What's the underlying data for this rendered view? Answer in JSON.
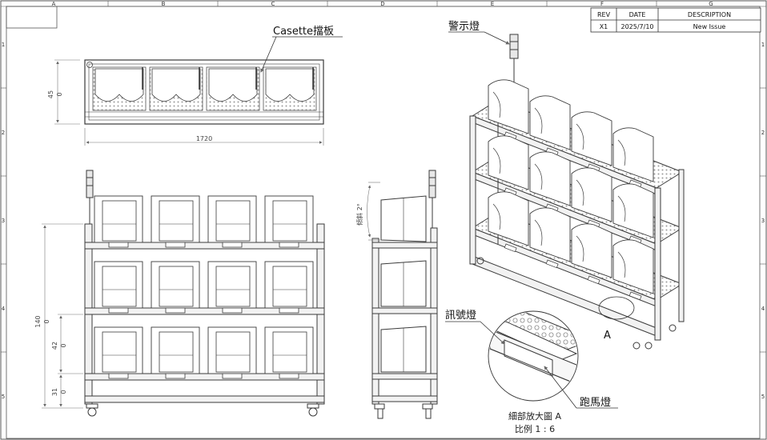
{
  "title_block": {
    "headers": [
      "REV",
      "DATE",
      "DESCRIPTION"
    ],
    "rows": [
      [
        "X1",
        "2025/7/10",
        "New Issue"
      ]
    ]
  },
  "zones": {
    "columns": [
      "A",
      "B",
      "C",
      "D",
      "E",
      "F",
      "G"
    ],
    "rows": [
      "1",
      "2",
      "3",
      "4",
      "5"
    ]
  },
  "callouts": {
    "cassette_baffle": "Casette擋板",
    "warning_light": "警示燈",
    "signal_light": "訊號燈",
    "running_light": "跑馬燈",
    "detail_label": "A",
    "detail_title": "細部放大圖 A",
    "detail_scale": "比例 1 : 6"
  },
  "dimensions": {
    "top_width": "1720",
    "top_depth": "45",
    "top_depth_tol": "0",
    "front_total": "140",
    "front_total_tol": "0",
    "front_mid": "42",
    "front_mid_tol": "0",
    "front_low": "31",
    "front_low_tol": "0",
    "side_tilt": "傾斜 2°"
  },
  "colors": {
    "line": "#3a3a3a",
    "dim_line": "#777777",
    "mesh": "#999999",
    "frame_fill": "#f2f2f2"
  }
}
